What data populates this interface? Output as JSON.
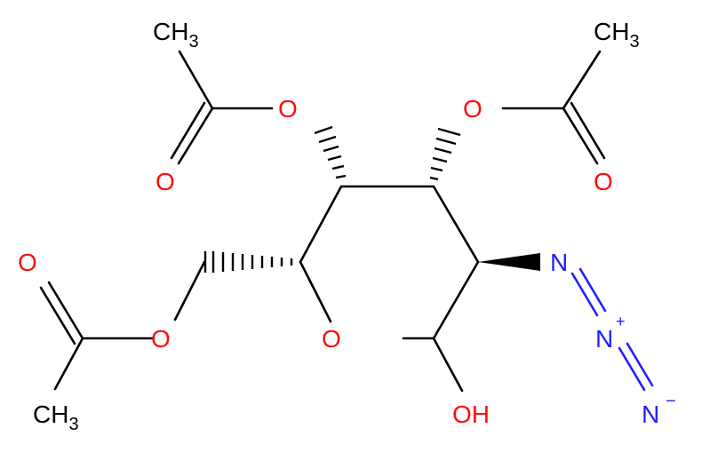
{
  "colors": {
    "carbon": "#000000",
    "oxygen": "#ff0d0d",
    "nitrogen": "#2020ff",
    "background": "#ffffff"
  },
  "atoms": {
    "ch3_top_left": "CH3",
    "ch3_top_right": "CH3",
    "ch3_bottom_left": "CH3",
    "o_ester_top_left": "O",
    "o_carbonyl_top_left": "O",
    "o_ester_top_right": "O",
    "o_carbonyl_top_right": "O",
    "o_carbonyl_left": "O",
    "o_ester_left": "O",
    "o_ring": "O",
    "oh": "OH",
    "n1": "N",
    "n2": "N",
    "n2_charge": "+",
    "n3": "N",
    "n3_charge": "−"
  }
}
